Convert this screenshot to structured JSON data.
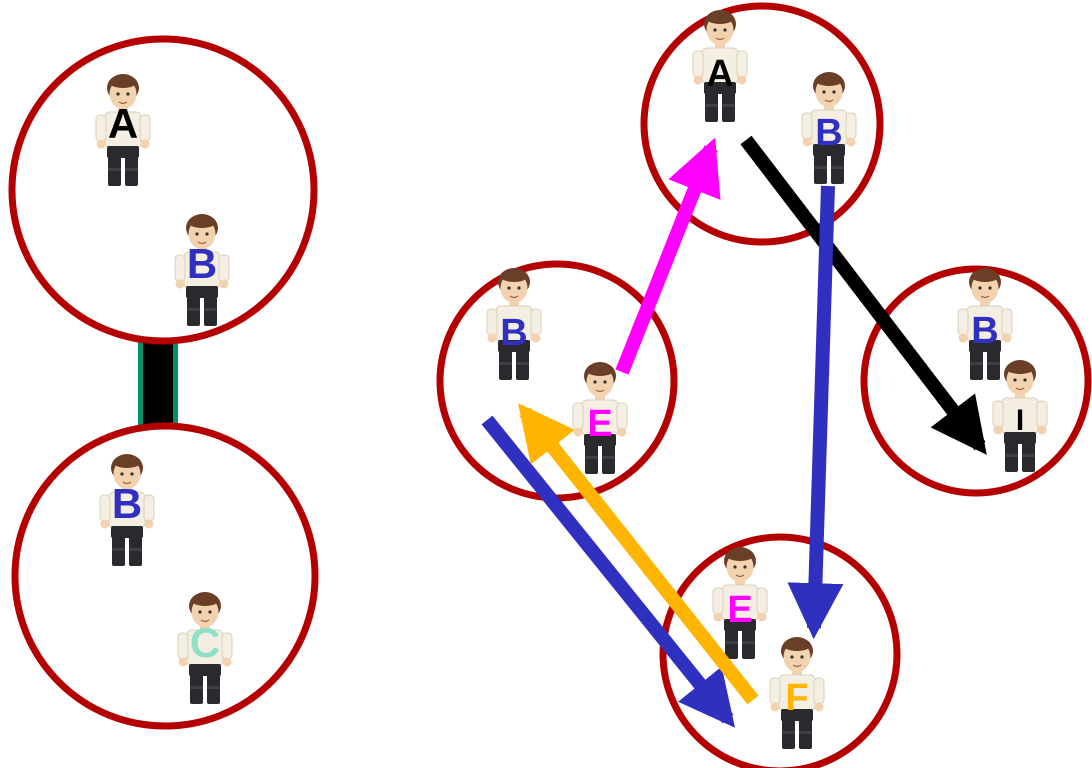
{
  "colors": {
    "circle": "#b40000",
    "black": "#000000",
    "blue": "#3030c0",
    "magenta": "#ff00ff",
    "orange": "#ffb400",
    "teal": "#00906a",
    "mint": "#90e0c8",
    "skin": "#f3d2b0",
    "hair": "#6a3f28",
    "shirt": "#f4efe2",
    "pants": "#2a2a2e"
  },
  "left_group": {
    "top_circle": {
      "figures": [
        {
          "label": "A",
          "color": "#000000"
        },
        {
          "label": "B",
          "color": "#3030c0"
        }
      ]
    },
    "bottom_circle": {
      "figures": [
        {
          "label": "B",
          "color": "#3030c0"
        },
        {
          "label": "C",
          "color": "#90e0c8"
        }
      ]
    },
    "connector": "black-bar"
  },
  "right_group": {
    "top_circle": {
      "figures": [
        {
          "label": "A",
          "color": "#000000"
        },
        {
          "label": "B",
          "color": "#3030c0"
        }
      ]
    },
    "left_circle": {
      "figures": [
        {
          "label": "B",
          "color": "#3030c0"
        },
        {
          "label": "E",
          "color": "#ff00ff"
        }
      ]
    },
    "right_circle": {
      "figures": [
        {
          "label": "B",
          "color": "#3030c0"
        },
        {
          "label": "I",
          "color": "#000000"
        }
      ]
    },
    "bottom_circle": {
      "figures": [
        {
          "label": "E",
          "color": "#ff00ff"
        },
        {
          "label": "F",
          "color": "#ffb400"
        }
      ]
    },
    "arrows": [
      {
        "name": "arrow-e-to-a",
        "color": "magenta"
      },
      {
        "name": "arrow-a-to-right",
        "color": "black"
      },
      {
        "name": "arrow-b-to-f",
        "color": "blue"
      },
      {
        "name": "arrow-left-to-bottom",
        "color": "blue"
      },
      {
        "name": "arrow-f-to-left",
        "color": "orange"
      }
    ]
  }
}
